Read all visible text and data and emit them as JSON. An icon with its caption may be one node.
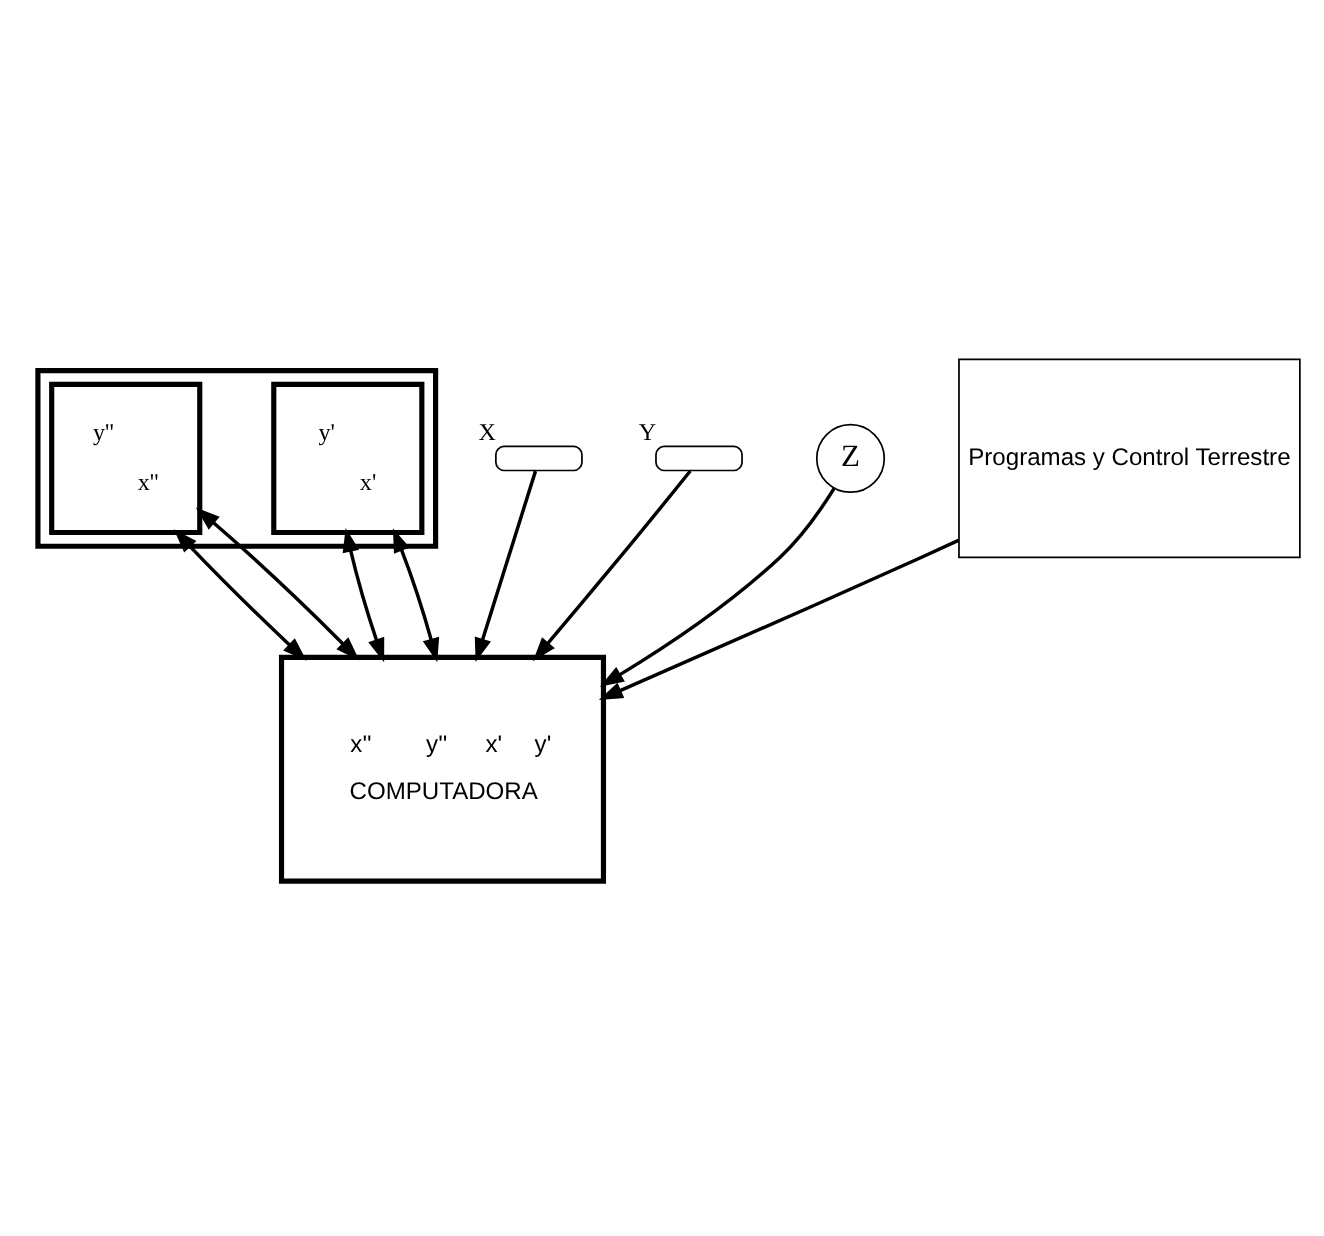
{
  "diagram": {
    "nodes": [
      {
        "text": [],
        "shape": "box"
      },
      {
        "text": [
          "y'",
          "x'"
        ],
        "in": 0
      },
      {
        "text": [
          "y''",
          "x''"
        ],
        "in": 0
      },
      {
        "text": [
          "x''",
          "y''",
          "x'",
          "y'",
          "COMPUTADORA"
        ]
      },
      {
        "text": [],
        "shape": "knob",
        "beside": [
          "X"
        ]
      },
      {
        "text": [],
        "shape": "knob",
        "beside": [
          "Y"
        ]
      },
      {
        "text": [
          "Z"
        ]
      },
      {
        "text": [
          "Programas y Control Terrestre"
        ]
      }
    ],
    "edges": [
      {
        "from": 1,
        "to": 3,
        "arrow": "both"
      },
      {
        "from": 1,
        "to": 3,
        "arrow": "both"
      },
      {
        "from": 2,
        "to": 3,
        "arrow": "both"
      },
      {
        "from": 2,
        "to": 3,
        "arrow": "both"
      },
      {
        "from": 5,
        "to": 3,
        "arrow": "to"
      },
      {
        "from": 4,
        "to": 3,
        "arrow": "to"
      },
      {
        "from": 6,
        "to": 3,
        "arrow": "to"
      },
      {
        "from": 7,
        "to": 3,
        "arrow": "to"
      }
    ]
  }
}
